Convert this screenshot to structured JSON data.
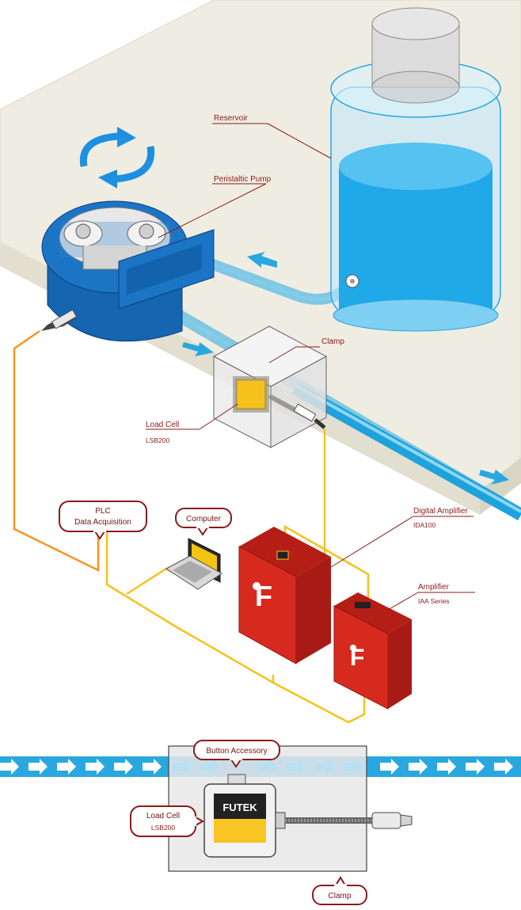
{
  "labels": {
    "reservoir": "Reservoir",
    "pump": "Peristaltic Pump",
    "clamp": "Clamp",
    "load_cell": "Load Cell",
    "load_cell_model": "LSB200",
    "plc_line1": "PLC",
    "plc_line2": "Data Acquisition",
    "computer": "Computer",
    "digital_amplifier": "Digital Amplifier",
    "digital_amplifier_model": "IDA100",
    "amplifier": "Amplifier",
    "amplifier_model": "IAA Series"
  },
  "detail": {
    "button_accessory": "Button Accessory",
    "load_cell": "Load Cell",
    "load_cell_model": "LSB200",
    "clamp": "Clamp",
    "brand": "FUTEK"
  },
  "brand": "FUTEK",
  "colors": {
    "platform": "#efede2",
    "tube": "#29a8e0",
    "pump_blue": "#1b75c4",
    "amplifier_red": "#d72a1f",
    "wire_orange": "#f7941d",
    "wire_yellow": "#f6c11b",
    "callout_red": "#8b1a1a"
  },
  "icons": [
    "rotation-arrows-icon",
    "flow-arrow-icon",
    "futek-logo-icon",
    "laptop-icon"
  ]
}
